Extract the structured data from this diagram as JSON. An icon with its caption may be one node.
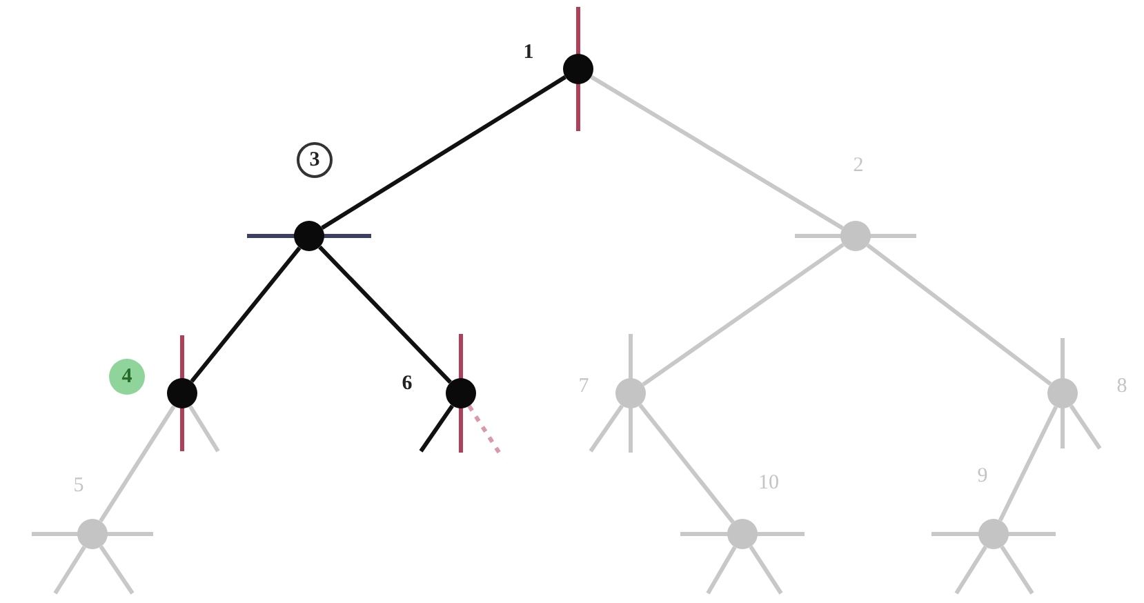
{
  "diagram": {
    "nodes": [
      {
        "text": [],
        "shape": "circle",
        "beside": [
          "1"
        ]
      },
      {
        "text": [],
        "shape": "circle",
        "beside": [
          "3"
        ]
      },
      {
        "text": [],
        "shape": "circle",
        "beside": [
          "2"
        ]
      },
      {
        "text": [],
        "shape": "circle",
        "beside": [
          "4"
        ]
      },
      {
        "text": [],
        "shape": "circle",
        "beside": [
          "6"
        ]
      },
      {
        "text": [],
        "shape": "circle",
        "beside": [
          "7"
        ]
      },
      {
        "text": [],
        "shape": "circle",
        "beside": [
          "8"
        ]
      },
      {
        "text": [],
        "shape": "circle",
        "beside": [
          "5"
        ]
      },
      {
        "text": [],
        "shape": "circle",
        "beside": [
          "10"
        ]
      },
      {
        "text": [],
        "shape": "circle",
        "beside": [
          "9"
        ]
      }
    ],
    "edges": [
      {
        "from": 0,
        "to": 1,
        "arrow": "none",
        "color": "#111111"
      },
      {
        "from": 0,
        "to": 2,
        "arrow": "none"
      },
      {
        "from": 1,
        "to": 3,
        "arrow": "none",
        "color": "#111111"
      },
      {
        "from": 1,
        "to": 4,
        "arrow": "none",
        "color": "#111111"
      },
      {
        "from": 2,
        "to": 5,
        "arrow": "none"
      },
      {
        "from": 2,
        "to": 6,
        "arrow": "none"
      },
      {
        "from": 3,
        "to": 7,
        "arrow": "none"
      },
      {
        "from": 5,
        "to": 8,
        "arrow": "none"
      },
      {
        "from": 6,
        "to": 9,
        "arrow": "none"
      }
    ]
  }
}
